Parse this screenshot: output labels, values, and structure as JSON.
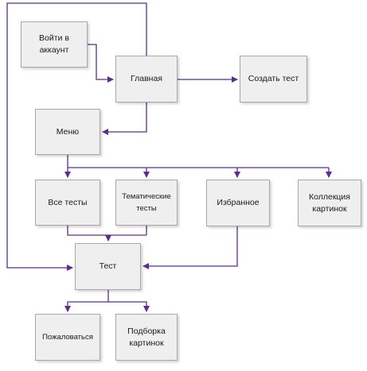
{
  "diagram": {
    "line_color": "#5b2d8f",
    "box_fill": "#efefef",
    "box_border": "#a8a8a8",
    "nodes": {
      "login": "Войти в\nаккаунт",
      "home": "Главная",
      "create_test": "Создать тест",
      "menu": "Меню",
      "all_tests": "Все тесты",
      "thematic_tests": "Тематические\nтесты",
      "favorites": "Избранное",
      "image_collection": "Коллекция\nкартинок",
      "test": "Тест",
      "report": "Пожаловаться",
      "image_selection": "Подборка\nкартинок"
    },
    "edges": [
      {
        "from": "login",
        "to": "home"
      },
      {
        "from": "home",
        "to": "create_test"
      },
      {
        "from": "home",
        "to": "menu"
      },
      {
        "from": "menu",
        "to": "all_tests"
      },
      {
        "from": "menu",
        "to": "thematic_tests"
      },
      {
        "from": "menu",
        "to": "favorites"
      },
      {
        "from": "menu",
        "to": "image_collection"
      },
      {
        "from": "all_tests",
        "to": "test"
      },
      {
        "from": "thematic_tests",
        "to": "test"
      },
      {
        "from": "favorites",
        "to": "test"
      },
      {
        "from": "home",
        "to": "test"
      },
      {
        "from": "test",
        "to": "report"
      },
      {
        "from": "test",
        "to": "image_selection"
      }
    ]
  }
}
